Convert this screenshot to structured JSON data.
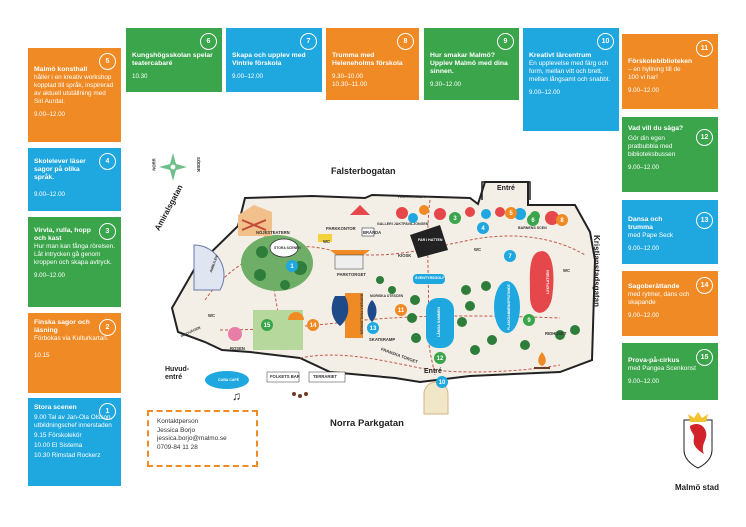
{
  "cards": [
    {
      "num": "1",
      "title": "Stora scenen",
      "desc": "",
      "time": "",
      "lines": [
        "9.00 Tal av Jan-Ola Olsson, utbildningschef innerstaden",
        "9.15 Förskolekör",
        "10.00 El Sistema",
        "10.30 Rimstad Rockerz"
      ]
    },
    {
      "num": "2",
      "title": "Finska sagor och läsning",
      "desc": "Förbokas via Kulturkartan.",
      "time": "10.15"
    },
    {
      "num": "3",
      "title": "Virvla, rulla, hopp och kast",
      "desc": "Hur man kan fånga rörelsen. Låt intrycken gå genom kroppen och skapa avtryck.",
      "time": "9.00–12.00"
    },
    {
      "num": "4",
      "title": "Skolelever läser sagor på olika språk.",
      "desc": "",
      "time": "9.00–12.00"
    },
    {
      "num": "5",
      "title": "Malmö konsthall",
      "desc": "håller i en kreativ workshop kopplad till språk, inspirerad av aktuell utställning med Siri Aurdal.",
      "time": "9.00–12.00"
    },
    {
      "num": "6",
      "title": "Kungshögsskolan spelar teatercabaré",
      "desc": "",
      "time": "10.30"
    },
    {
      "num": "7",
      "title": "Skapa och upplev med Vintrie förskola",
      "desc": "",
      "time": "9.00–12.00"
    },
    {
      "num": "8",
      "title": "Trumma med Heleneholms förskola",
      "desc": "",
      "time": "9.30–10.00",
      "time2": "10.30–11.00"
    },
    {
      "num": "9",
      "title": "Hur smakar Malmö? Upplev Malmö med dina sinnen.",
      "desc": "",
      "time": "9.30–12.00"
    },
    {
      "num": "10",
      "title": "Kreativt lärcentrum",
      "desc": "En upplevelse med färg och form, mellan vitt och brett, mellan långsamt och snabbt.",
      "time": "9.00–12.00"
    },
    {
      "num": "11",
      "title": "Förskolebiblioteken",
      "desc": "– en hyllning till de 100 vi har!",
      "time": "9.00–12.00"
    },
    {
      "num": "12",
      "title": "Vad vill du säga?",
      "desc": "Gör din egen pratbubbla med biblioteksbussen",
      "time": "9.00–12.00"
    },
    {
      "num": "13",
      "title": "Dansa och trumma",
      "desc": "med Pape Seck",
      "time": "9.00–12.00"
    },
    {
      "num": "14",
      "title": "Sagoberättande",
      "desc": "med rytmer, dans och skapande",
      "time": "9.00–12.00"
    },
    {
      "num": "15",
      "title": "Prova-på-cirkus",
      "desc": "med Pangea Scenkonst",
      "time": "9.00–12.00"
    }
  ],
  "streets": {
    "north": "Falsterbogatan",
    "south": "Norra Parkgatan",
    "west": "Amiralsgatan",
    "east": "Kristianstadsgatan"
  },
  "entrances": {
    "top": "Entré",
    "bottom": "Entré",
    "main": "Huvud-\nentré"
  },
  "compass": {
    "n": "NORR",
    "s": "SÖDER"
  },
  "map_labels": {
    "nojesteatern": "NÖJESTEATERN",
    "stora_scenen": "STORA SCENEN",
    "ambulen": "AMBULEN",
    "parkkontor": "PARKKONTOR",
    "wc": "WC",
    "branda": "BRÄNDA",
    "galleri": "GALLERI JAKTPAVILJONGEN",
    "park_grillen": "PARK-GRILLEN",
    "kiosk": "KIOSK",
    "parktorget": "PARKTORGET",
    "far_i_hatten": "FAR I HATTEN",
    "aventyrsgolf": "ÄVENTYRSGOLF",
    "barnens_scen": "BARNENS SCEN",
    "lekplatsen": "LEKPLATSEN",
    "moriska": "MORISKA PAVILJONGEN",
    "moriska_utescen": "MORISKA UTESCEN",
    "skateramp": "SKATERAMP",
    "langa_dammen": "LÅNGA DAMMEN",
    "plaskdammen": "PLASKDAMMEN/SPRUTANDE",
    "ridhuset": "RIDHUSET",
    "rosen": "ROSEN",
    "infovagen": "INFOVÄGEN",
    "cuba_cafe": "CUBA CAFÉ",
    "folkets_bar": "FOLKETS BAR",
    "terrariet": "TERRARIET",
    "franska_torget": "FRANSKA TORGET"
  },
  "contact": {
    "heading": "Kontaktperson",
    "name": "Jessica Borjo",
    "email": "jessica.borjo@malmo.se",
    "phone": "0709-84 11 28"
  },
  "logo": {
    "text": "Malmö stad"
  },
  "colors": {
    "green": "#3aa54a",
    "blue": "#1fa7df",
    "orange": "#f08a24"
  }
}
